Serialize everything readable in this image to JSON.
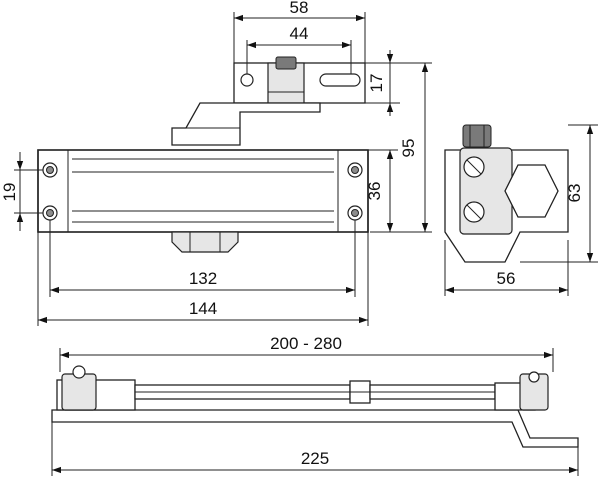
{
  "dimensions": {
    "bracket_width": "58",
    "bracket_hole_spacing": "44",
    "bracket_height": "17",
    "total_height": "95",
    "body_height": "36",
    "mount_hole_spacing": "19",
    "mount_hole_length": "132",
    "body_length": "144",
    "side_height": "63",
    "side_depth": "56",
    "arm_reach": "200 - 280",
    "arm_total_length": "225"
  }
}
